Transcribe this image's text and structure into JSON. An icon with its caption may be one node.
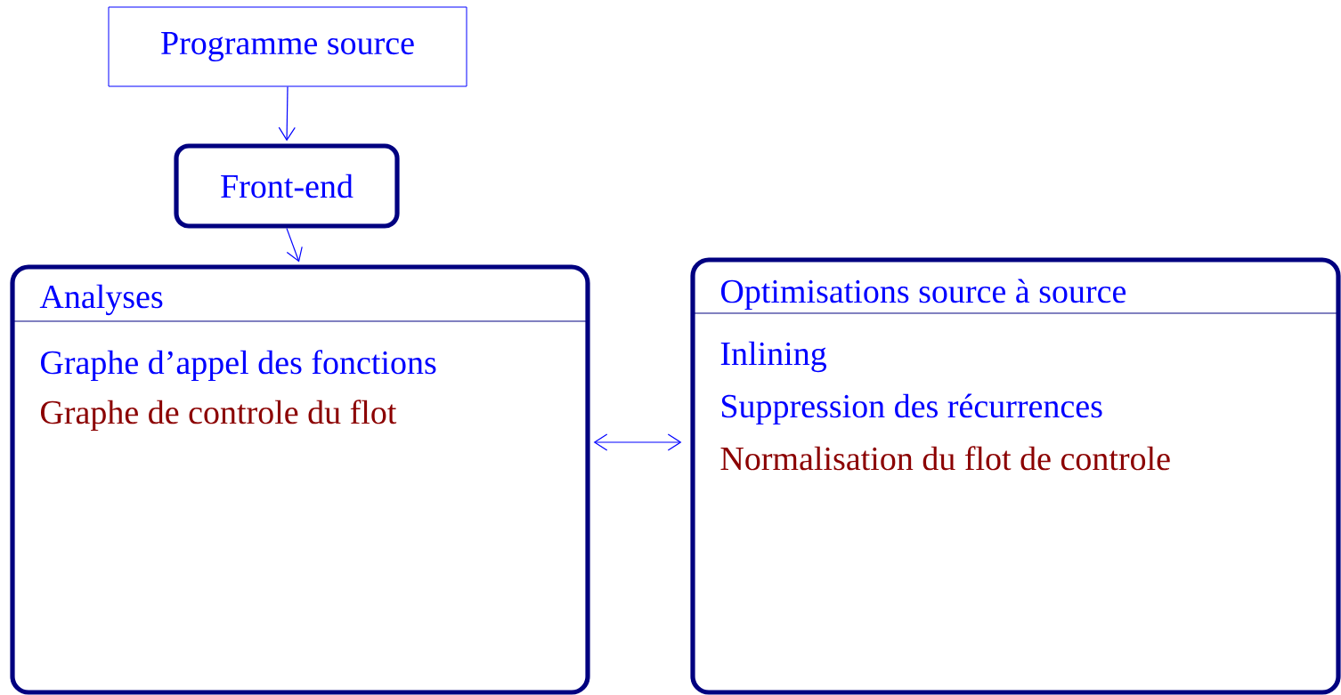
{
  "diagram": {
    "nodes": [
      {
        "text": [
          "Programme source"
        ]
      },
      {
        "text": [
          "Front-end"
        ]
      },
      {
        "text": [
          "Analyses",
          "Graphe d’appel des fonctions",
          "Graphe de controle du flot"
        ]
      },
      {
        "text": [
          "Optimisations source à source",
          "Inlining",
          "Suppression des récurrences",
          "Normalisation du flot de controle"
        ]
      }
    ],
    "edges": [
      {
        "from": 0,
        "to": 1,
        "arrow": "to"
      },
      {
        "from": 1,
        "to": 2,
        "arrow": "to"
      },
      {
        "from": 2,
        "to": 3,
        "arrow": "both"
      }
    ]
  }
}
